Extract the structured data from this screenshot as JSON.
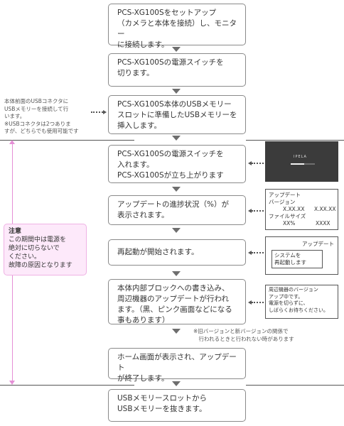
{
  "steps": [
    "PCS-XG100Sをセットアップ\n（カメラと本体を接続）し、モニター\nに接続します。",
    "PCS-XG100Sの電源スイッチを\n切ります。",
    "PCS-XG100S本体のUSBメモリー\nスロットに準備したUSBメモリーを\n挿入します。",
    "PCS-XG100Sの電源スイッチを\n入れます。\nPCS-XG100Sが立ち上がります",
    "アップデートの進捗状況（%）が\n表示されます。",
    "再起動が開始されます。",
    "本体内部ブロックへの書き込み、\n周辺機器のアップデートが行われ\nます。（黒、ピンク画面などになる\n事もあります）",
    "ホーム画面が表示され、アップデート\nが終了します。",
    "USBメモリースロットから\nUSBメモリーを抜きます。"
  ],
  "side_note": "本体前面のUSBコネクタに\nUSBメモリーを接続して行\nいます。\n※USBコネクタは2つありま\nすが、どちらでも使用可能です",
  "caution": {
    "title": "注意",
    "body": "この期間中は電源を\n絶対に切らないで\nください。\n故障の原因となります"
  },
  "screens": {
    "boot_logo": "IPELA",
    "boot_progress": 0.55,
    "update": {
      "label_version": "アップデート\nバージョン",
      "ver_from": "X.XX.XX",
      "ver_to": "X.XX.XX",
      "label_filesize": "ファイルサイズ",
      "percent": "XX%",
      "size": "XXXX"
    },
    "reboot_title": "アップデート",
    "reboot_msg": "システムを\n再起動します",
    "peripheral_msg": "周辺機器のバージョン\nアップ中です。\n電源を切らずに、\nしばらくお待ちください。"
  },
  "note": "※旧バージョンと新バージョンの関係で\n　行われるときと行われない時があります",
  "colors": {
    "caution_bg": "#fde9fa",
    "caution_line": "#e58fd6"
  }
}
